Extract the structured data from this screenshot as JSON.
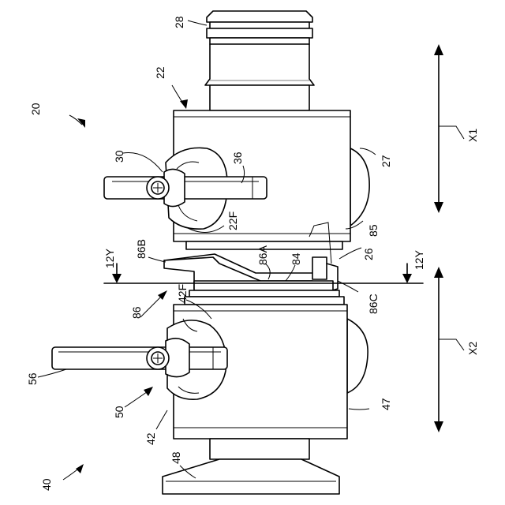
{
  "figure": {
    "labels": {
      "l20": "20",
      "l22": "22",
      "l28": "28",
      "l30": "30",
      "l36": "36",
      "l27": "27",
      "l22F": "22F",
      "l85": "85",
      "l86B": "86B",
      "l86A": "86A",
      "l84": "84",
      "l26": "26",
      "l12Y_left": "12Y",
      "l12Y_right": "12Y",
      "l86C": "86C",
      "l42F": "42F",
      "l86": "86",
      "l56": "56",
      "l50": "50",
      "l42": "42",
      "l47": "47",
      "l48": "48",
      "l40": "40",
      "lX1": "X1",
      "lX2": "X2"
    }
  }
}
